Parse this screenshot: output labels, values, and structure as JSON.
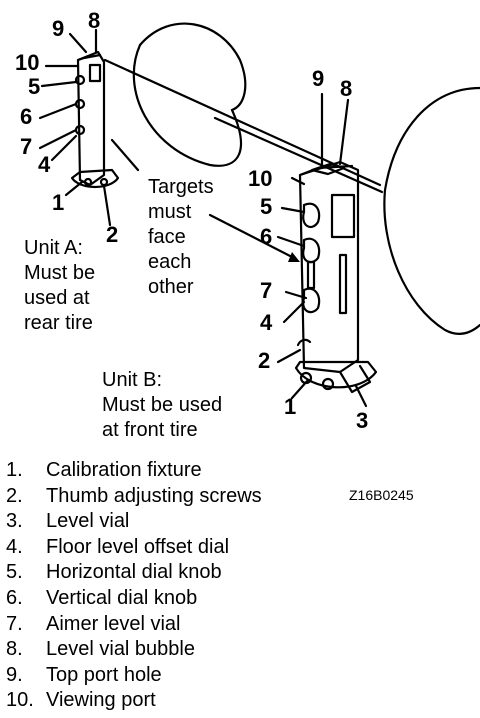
{
  "figure_code": "Z16B0245",
  "callouts": [
    "1",
    "2",
    "3",
    "4",
    "5",
    "6",
    "7",
    "8",
    "9",
    "10"
  ],
  "captions": {
    "targets": [
      "Targets",
      "must",
      "face",
      "each",
      "other"
    ],
    "unit_a": [
      "Unit A:",
      "Must be",
      "used at",
      "rear tire"
    ],
    "unit_b": [
      "Unit B:",
      "Must be used",
      "at front tire"
    ]
  },
  "legend": [
    {
      "num": "1.",
      "label": "Calibration fixture"
    },
    {
      "num": "2.",
      "label": "Thumb adjusting screws"
    },
    {
      "num": "3.",
      "label": "Level vial"
    },
    {
      "num": "4.",
      "label": "Floor level offset dial"
    },
    {
      "num": "5.",
      "label": "Horizontal dial knob"
    },
    {
      "num": "6.",
      "label": "Vertical dial knob"
    },
    {
      "num": "7.",
      "label": "Aimer level vial"
    },
    {
      "num": "8.",
      "label": "Level vial bubble"
    },
    {
      "num": "9.",
      "label": "Top port hole"
    },
    {
      "num": "10.",
      "label": "Viewing port"
    }
  ]
}
